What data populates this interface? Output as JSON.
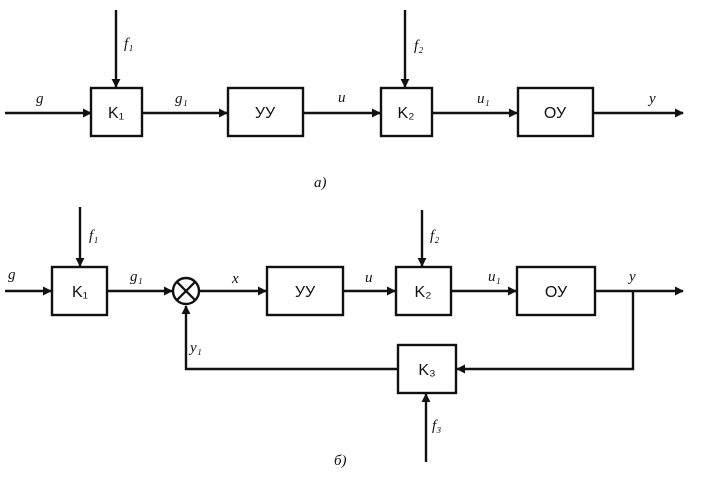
{
  "diagram_a": {
    "caption": "а)",
    "blocks": {
      "k1": "K₁",
      "yy": "УУ",
      "k2": "K₂",
      "oy": "ОУ"
    },
    "signals": {
      "input": "g",
      "f1": "f₁",
      "g1": "g₁",
      "u": "u",
      "f2": "f₂",
      "u1": "u₁",
      "output": "y"
    }
  },
  "diagram_b": {
    "caption": "б)",
    "blocks": {
      "k1": "K₁",
      "yy": "УУ",
      "k2": "K₂",
      "oy": "ОУ",
      "k3": "K₃"
    },
    "signals": {
      "input": "g",
      "f1": "f₁",
      "g1": "g₁",
      "x": "x",
      "u": "u",
      "f2": "f₂",
      "u1": "u₁",
      "output": "y",
      "y1": "y₁",
      "f3": "f₃"
    }
  }
}
